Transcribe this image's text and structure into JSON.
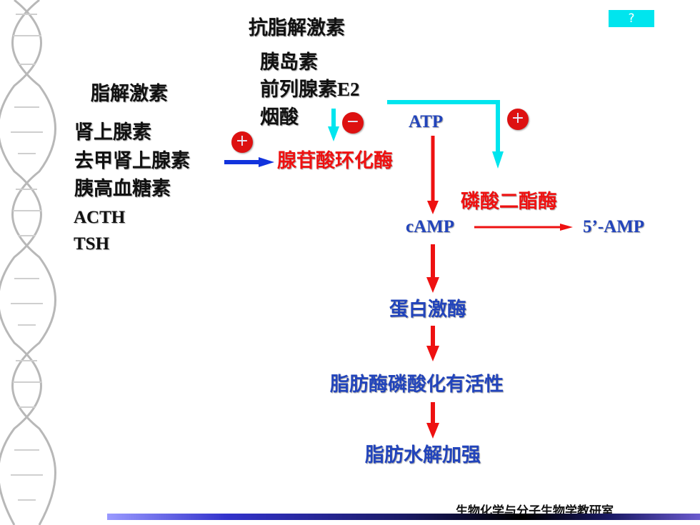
{
  "help_button": {
    "label": "?"
  },
  "anti_lipolytic": {
    "heading": "抗脂解激素",
    "items": [
      "胰岛素",
      "前列腺素E2",
      "烟酸"
    ]
  },
  "lipolytic": {
    "heading": "脂解激素",
    "items": [
      "肾上腺素",
      "去甲肾上腺素",
      "胰高血糖素",
      "ACTH",
      "TSH"
    ]
  },
  "pathway": {
    "adenylate_cyclase": "腺苷酸环化酶",
    "atp": "ATP",
    "camp": "cAMP",
    "phosphodiesterase": "磷酸二酯酶",
    "amp5": "5’-AMP",
    "protein_kinase": "蛋白激酶",
    "lipase_active": "脂肪酶磷酸化有活性",
    "lipolysis_enhanced": "脂肪水解加强"
  },
  "signs": {
    "plus": "+",
    "minus": "−"
  },
  "footer": "生物化学与分子生物学教研室",
  "colors": {
    "red": "#ee1111",
    "cyan": "#00e5ee",
    "blue": "#2244bb",
    "arrow_blue": "#1133dd"
  }
}
